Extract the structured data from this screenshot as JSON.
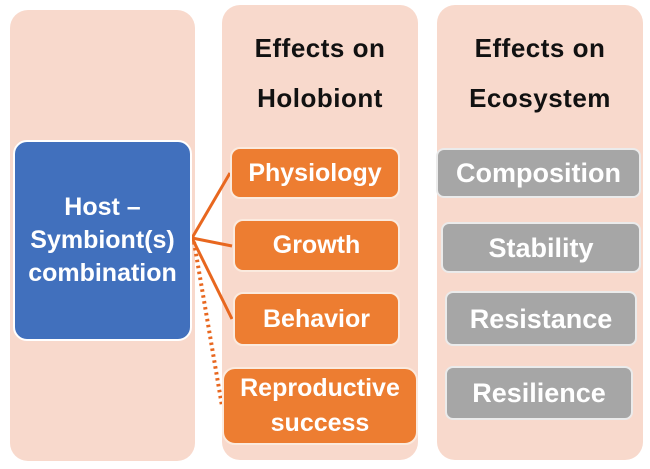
{
  "colors": {
    "panel-pink": "#f8d9cc",
    "node-blue": "#4170bd",
    "node-orange": "#ed7d31",
    "node-gray": "#a6a6a6",
    "connector-orange": "#e8671f",
    "title-text": "#111111",
    "node-text": "#ffffff"
  },
  "host_column": {
    "node_lines": [
      "Host –",
      "Symbiont(s)",
      "combination"
    ]
  },
  "holobiont_column": {
    "title_lines": [
      "Effects on",
      "Holobiont"
    ],
    "items": [
      "Physiology",
      "Growth",
      "Behavior",
      "Reproductive success"
    ]
  },
  "ecosystem_column": {
    "title_lines": [
      "Effects on",
      "Ecosystem"
    ],
    "items": [
      "Composition",
      "Stability",
      "Resistance",
      "Resilience"
    ]
  }
}
